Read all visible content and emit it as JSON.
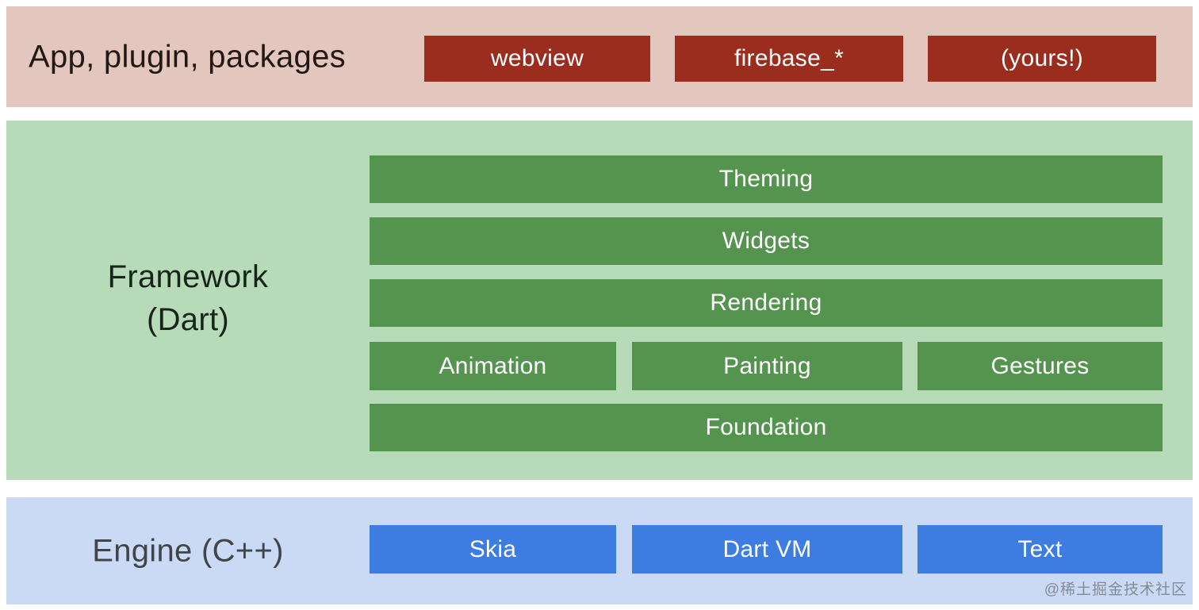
{
  "colors": {
    "page_bg": "#ffffff",
    "app_band_bg": "#e3c7bf",
    "app_box_bg": "#9b2d1e",
    "framework_band_bg": "#b7dbb9",
    "framework_box_bg": "#55944e",
    "engine_band_bg": "#cbdaf4",
    "engine_box_bg": "#3d7ce0",
    "box_text": "#ffffff",
    "app_label_color": "#231813",
    "framework_label_color": "#17241a",
    "engine_label_color": "#414549",
    "watermark_color": "#858b96"
  },
  "app_layer": {
    "label": "App, plugin, packages",
    "boxes": {
      "webview": "webview",
      "firebase": "firebase_*",
      "yours": "(yours!)"
    }
  },
  "framework_layer": {
    "label_line1": "Framework",
    "label_line2": "(Dart)",
    "bars": {
      "theming": "Theming",
      "widgets": "Widgets",
      "rendering": "Rendering",
      "animation": "Animation",
      "painting": "Painting",
      "gestures": "Gestures",
      "foundation": "Foundation"
    }
  },
  "engine_layer": {
    "label": "Engine (C++)",
    "bars": {
      "skia": "Skia",
      "dart_vm": "Dart VM",
      "text": "Text"
    }
  },
  "watermark": "@稀土掘金技术社区"
}
